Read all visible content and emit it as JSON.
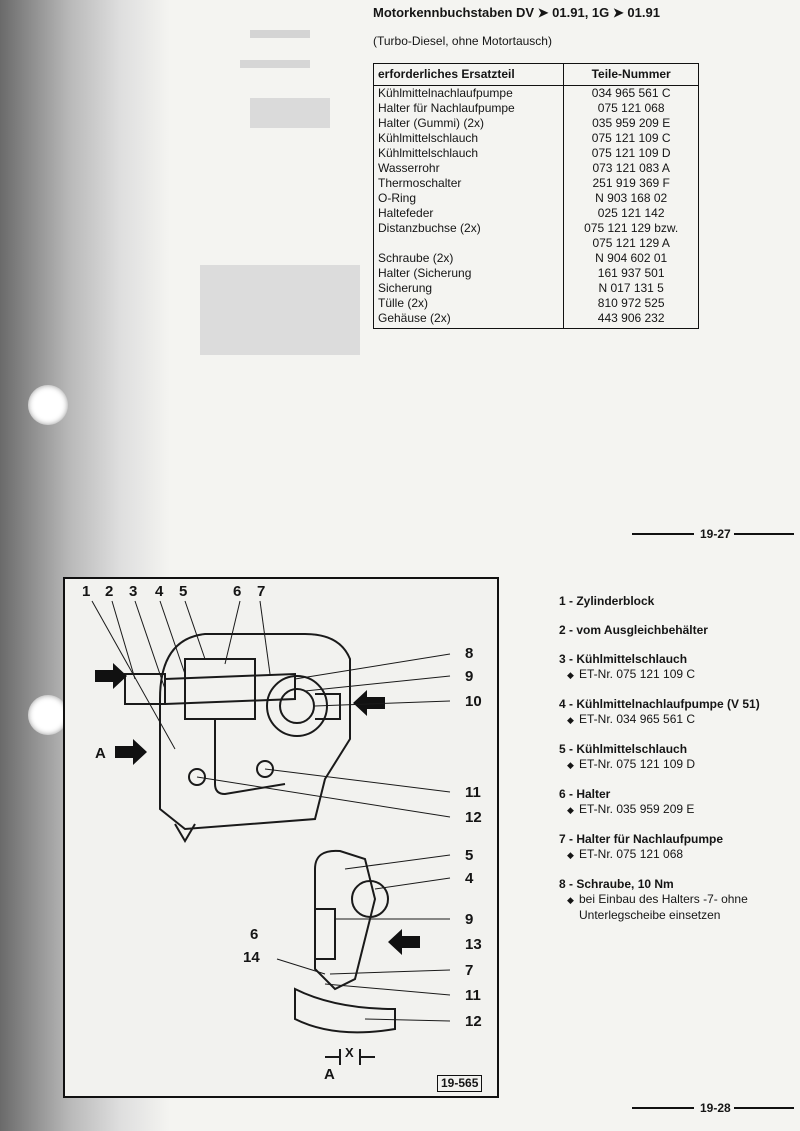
{
  "header": {
    "title": "Motorkennbuchstaben DV ➤ 01.91, 1G ➤ 01.91",
    "subtitle": "(Turbo-Diesel, ohne Motortausch)"
  },
  "parts_table": {
    "columns": [
      "erforderliches Ersatzteil",
      "Teile-Nummer"
    ],
    "rows": [
      [
        "Kühlmittelnachlaufpumpe",
        "034 965 561 C"
      ],
      [
        "Halter für Nachlaufpumpe",
        "075 121 068"
      ],
      [
        "Halter (Gummi) (2x)",
        "035 959 209 E"
      ],
      [
        "Kühlmittelschlauch",
        "075 121 109 C"
      ],
      [
        "Kühlmittelschlauch",
        "075 121 109 D"
      ],
      [
        "Wasserrohr",
        "073 121 083 A"
      ],
      [
        "Thermoschalter",
        "251 919 369 F"
      ],
      [
        "O-Ring",
        "N 903 168 02"
      ],
      [
        "Haltefeder",
        "025 121 142"
      ],
      [
        "Distanzbuchse (2x)",
        "075 121 129 bzw."
      ],
      [
        "",
        "075 121 129 A"
      ],
      [
        "Schraube (2x)",
        "N 904 602 01"
      ],
      [
        "Halter (Sicherung",
        "161 937 501"
      ],
      [
        "Sicherung",
        "N 017 131 5"
      ],
      [
        "Tülle (2x)",
        "810 972 525"
      ],
      [
        "Gehäuse (2x)",
        "443 906 232"
      ]
    ]
  },
  "page_numbers": {
    "top": "19-27",
    "bottom": "19-28"
  },
  "figure": {
    "ref": "19-565",
    "top_callouts": [
      "1",
      "2",
      "3",
      "4",
      "5",
      "6",
      "7"
    ],
    "right_callouts_upper": [
      "8",
      "9",
      "10",
      "11",
      "12"
    ],
    "right_callouts_lower": [
      "5",
      "4",
      "9",
      "13",
      "7",
      "11",
      "12"
    ],
    "left_callouts_lower": [
      "6",
      "14"
    ],
    "view_label": "A",
    "dimension_label": "X"
  },
  "legend": [
    {
      "name": "1 - Zylinderblock",
      "subs": []
    },
    {
      "name": "2 - vom Ausgleichbehälter",
      "subs": []
    },
    {
      "name": "3 - Kühlmittelschlauch",
      "subs": [
        "ET-Nr. 075 121 109 C"
      ]
    },
    {
      "name": "4 - Kühlmittelnachlaufpumpe (V 51)",
      "subs": [
        "ET-Nr. 034 965 561 C"
      ]
    },
    {
      "name": "5 - Kühlmittelschlauch",
      "subs": [
        "ET-Nr. 075 121 109 D"
      ]
    },
    {
      "name": "6 - Halter",
      "subs": [
        "ET-Nr. 035 959 209 E"
      ]
    },
    {
      "name": "7 - Halter für Nachlaufpumpe",
      "subs": [
        "ET-Nr. 075 121 068"
      ]
    },
    {
      "name": "8 - Schraube, 10 Nm",
      "subs": [
        "bei Einbau des Halters -7- ohne Unterlegscheibe einsetzen"
      ]
    }
  ]
}
